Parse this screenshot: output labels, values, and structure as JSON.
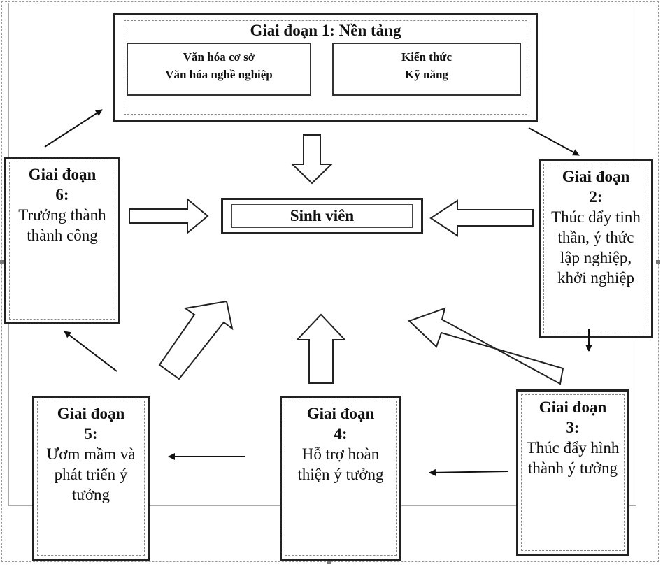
{
  "stage1": {
    "title": "Giai đoạn 1: Nền tảng",
    "left_line1": "Văn hóa cơ sở",
    "left_line2": "Văn hóa nghề nghiệp",
    "right_line1": "Kiến thức",
    "right_line2": "Kỹ năng"
  },
  "center": {
    "label": "Sinh viên"
  },
  "stage2": {
    "title": "Giai đoạn",
    "num": "2:",
    "desc": "Thúc đẩy tinh thần, ý thức lập nghiệp, khởi nghiệp"
  },
  "stage3": {
    "title": "Giai đoạn",
    "num": "3:",
    "desc": "Thúc đẩy hình thành ý tưởng"
  },
  "stage4": {
    "title": "Giai đoạn",
    "num": "4:",
    "desc": "Hỗ trợ hoàn thiện ý tưởng"
  },
  "stage5": {
    "title": "Giai đoạn",
    "num": "5:",
    "desc": "Ươm mầm và phát triển ý tưởng"
  },
  "stage6": {
    "title": "Giai đoạn",
    "num": "6:",
    "desc": "Trưởng thành thành công"
  }
}
